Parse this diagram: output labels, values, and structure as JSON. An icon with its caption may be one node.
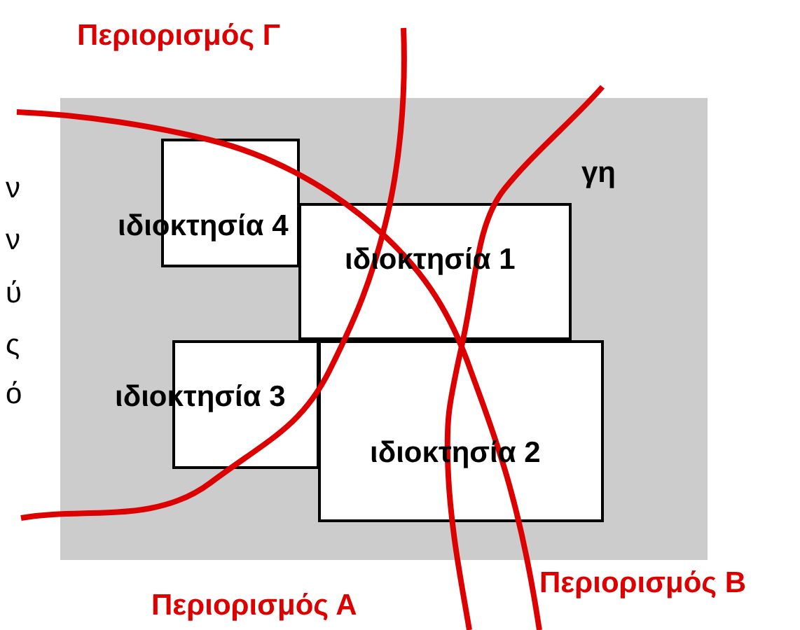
{
  "diagram": {
    "nodes": [
      {
        "text": [
          "γη"
        ]
      },
      {
        "text": [
          "ιδιοκτησία 4"
        ],
        "in": 0
      },
      {
        "text": [
          "ιδιοκτησία 1"
        ],
        "in": 0
      },
      {
        "text": [
          "ιδιοκτησία 3"
        ],
        "in": 0
      },
      {
        "text": [
          "ιδιοκτησία 2"
        ],
        "in": 0
      }
    ],
    "labels": [
      "Περιορισμός Γ",
      "ν",
      "ν",
      "ύ",
      "ς",
      "ό",
      "Περιορισμός Α",
      "Περιορισμός Β"
    ]
  }
}
